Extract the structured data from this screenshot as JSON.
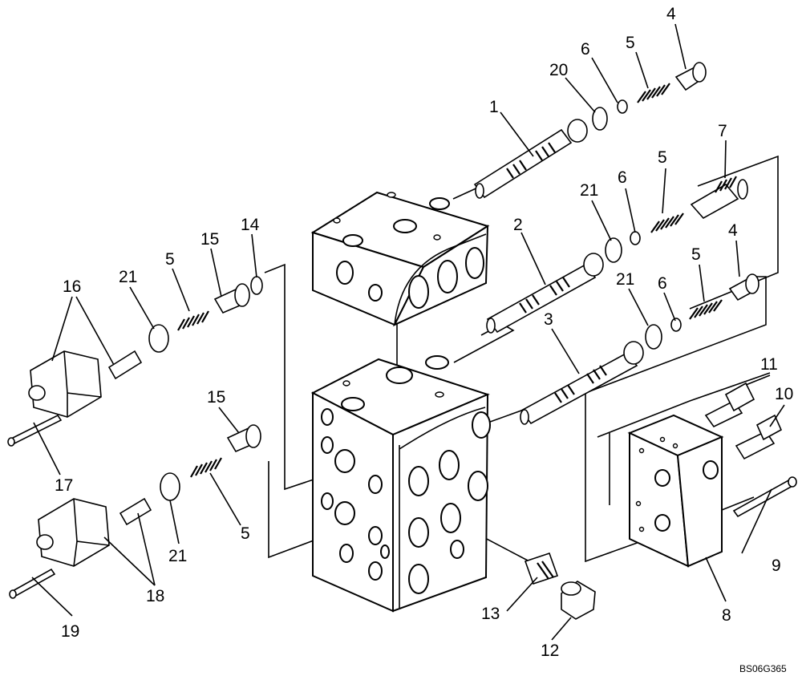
{
  "diagram": {
    "callouts": [
      {
        "id": "c1",
        "text": "1"
      },
      {
        "id": "c20",
        "text": "20"
      },
      {
        "id": "c6a",
        "text": "6"
      },
      {
        "id": "c5a",
        "text": "5"
      },
      {
        "id": "c4a",
        "text": "4"
      },
      {
        "id": "c7",
        "text": "7"
      },
      {
        "id": "c5b",
        "text": "5"
      },
      {
        "id": "c6b",
        "text": "6"
      },
      {
        "id": "c21a",
        "text": "21"
      },
      {
        "id": "c2",
        "text": "2"
      },
      {
        "id": "c21b",
        "text": "21"
      },
      {
        "id": "c6c",
        "text": "6"
      },
      {
        "id": "c5c",
        "text": "5"
      },
      {
        "id": "c4b",
        "text": "4"
      },
      {
        "id": "c3",
        "text": "3"
      },
      {
        "id": "c16",
        "text": "16"
      },
      {
        "id": "c21c",
        "text": "21"
      },
      {
        "id": "c5d",
        "text": "5"
      },
      {
        "id": "c15a",
        "text": "15"
      },
      {
        "id": "c14",
        "text": "14"
      },
      {
        "id": "c17",
        "text": "17"
      },
      {
        "id": "c15b",
        "text": "15"
      },
      {
        "id": "c21d",
        "text": "21"
      },
      {
        "id": "c5e",
        "text": "5"
      },
      {
        "id": "c18",
        "text": "18"
      },
      {
        "id": "c19",
        "text": "19"
      },
      {
        "id": "c11",
        "text": "11"
      },
      {
        "id": "c10",
        "text": "10"
      },
      {
        "id": "c9",
        "text": "9"
      },
      {
        "id": "c8",
        "text": "8"
      },
      {
        "id": "c13",
        "text": "13"
      },
      {
        "id": "c12",
        "text": "12"
      }
    ],
    "drawing_code": "BS06G365"
  }
}
